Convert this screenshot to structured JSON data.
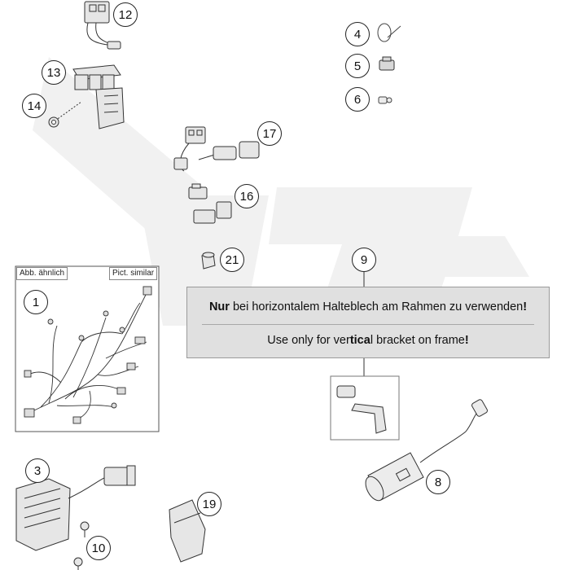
{
  "callouts": {
    "c1": "1",
    "c3": "3",
    "c4": "4",
    "c5": "5",
    "c6": "6",
    "c8": "8",
    "c9": "9",
    "c10": "10",
    "c12": "12",
    "c13": "13",
    "c14": "14",
    "c16": "16",
    "c17": "17",
    "c19": "19",
    "c21": "21"
  },
  "inset": {
    "label_de": "Abb. ähnlich",
    "label_en": "Pict. similar"
  },
  "note": {
    "de_bold": "Nur",
    "de_rest": " bei horizontalem Halteblech am Rahmen zu verwenden",
    "de_end": "!",
    "en_start": "Use only for ver",
    "en_bold": "tica",
    "en_rest": "l bracket on frame",
    "en_end": "!"
  },
  "colors": {
    "line": "#222222",
    "part_fill": "#e6e6e6",
    "note_bg": "#e0e0e0",
    "watermark": "#f2f2f2"
  }
}
